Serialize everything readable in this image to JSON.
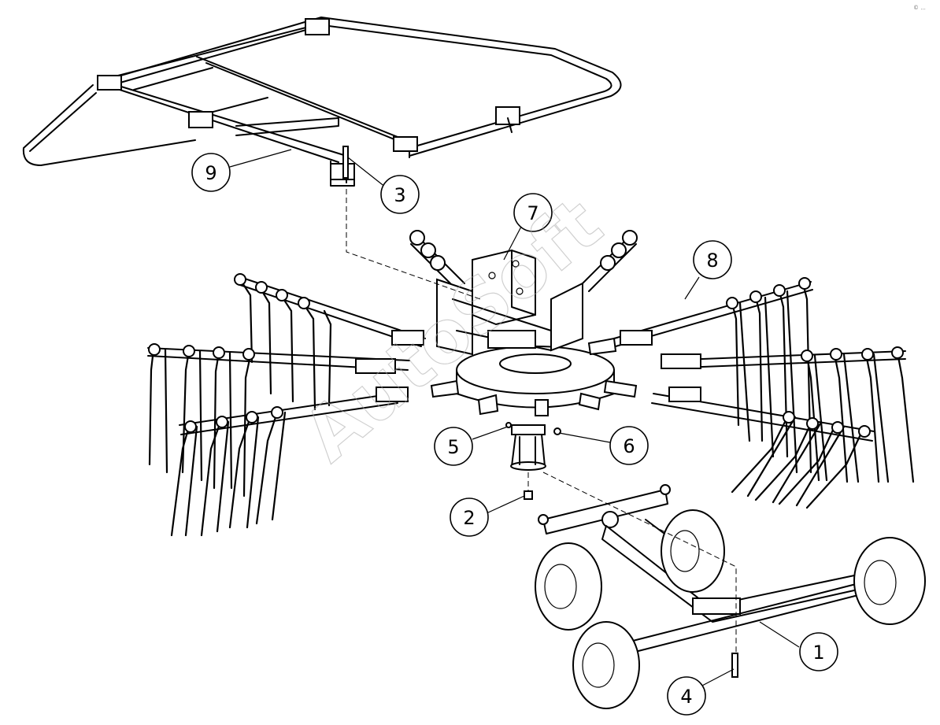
{
  "diagram": {
    "callouts": [
      {
        "id": "callout-1",
        "label": "1"
      },
      {
        "id": "callout-2",
        "label": "2"
      },
      {
        "id": "callout-3",
        "label": "3"
      },
      {
        "id": "callout-4",
        "label": "4"
      },
      {
        "id": "callout-5",
        "label": "5"
      },
      {
        "id": "callout-6",
        "label": "6"
      },
      {
        "id": "callout-7",
        "label": "7"
      },
      {
        "id": "callout-8",
        "label": "8"
      },
      {
        "id": "callout-9",
        "label": "9"
      }
    ],
    "watermark": "AutoSoft",
    "corner_mark": "© ..."
  }
}
